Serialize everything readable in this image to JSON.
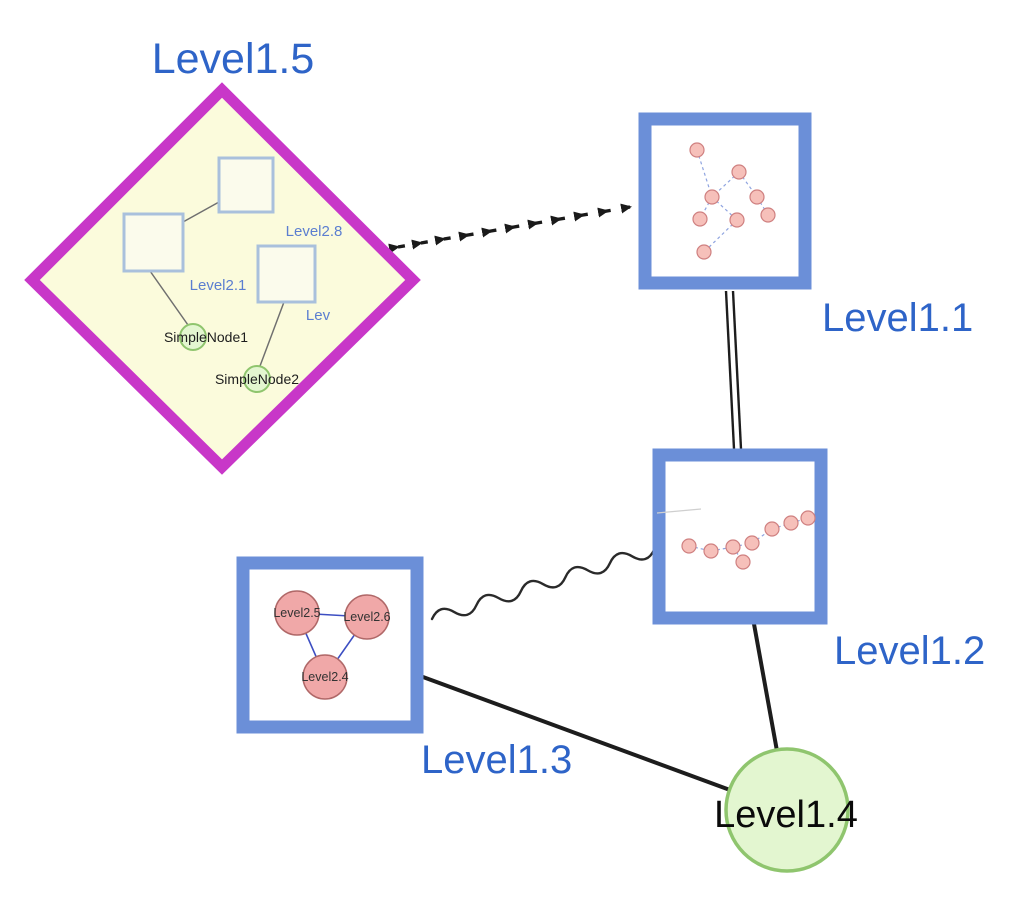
{
  "nodes": {
    "level15": {
      "label": "Level1.5"
    },
    "level11": {
      "label": "Level1.1"
    },
    "level12": {
      "label": "Level1.2"
    },
    "level13": {
      "label": "Level1.3"
    },
    "level14": {
      "label": "Level1.4"
    }
  },
  "level15_children": {
    "level28": {
      "label": "Level2.8"
    },
    "level21": {
      "label": "Level2.1"
    },
    "lev": {
      "label": "Lev"
    },
    "simplenode1": {
      "label": "SimpleNode1"
    },
    "simplenode2": {
      "label": "SimpleNode2"
    }
  },
  "level13_children": {
    "level25": {
      "label": "Level2.5"
    },
    "level26": {
      "label": "Level2.6"
    },
    "level24": {
      "label": "Level2.4"
    }
  },
  "edges": [
    {
      "from": "Level1.5",
      "to": "Level1.1",
      "style": "dashed-arrow-chain"
    },
    {
      "from": "Level1.1",
      "to": "Level1.2",
      "style": "double-parallel-line"
    },
    {
      "from": "Level1.3",
      "to": "Level1.2",
      "style": "wavy-line"
    },
    {
      "from": "Level1.3",
      "to": "Level1.4",
      "style": "solid-line"
    },
    {
      "from": "Level1.2",
      "to": "Level1.4",
      "style": "solid-line"
    }
  ],
  "colors": {
    "label_blue": "#2e64c8",
    "node_border_blue": "#6b8fd8",
    "diamond_border_magenta": "#c837c8",
    "diamond_fill": "#fbfbdc",
    "green_node_fill": "#e3f6d0",
    "green_node_stroke": "#8fc56e",
    "pink_node_fill": "#f0a8a8",
    "pink_node_stroke": "#b06868"
  }
}
